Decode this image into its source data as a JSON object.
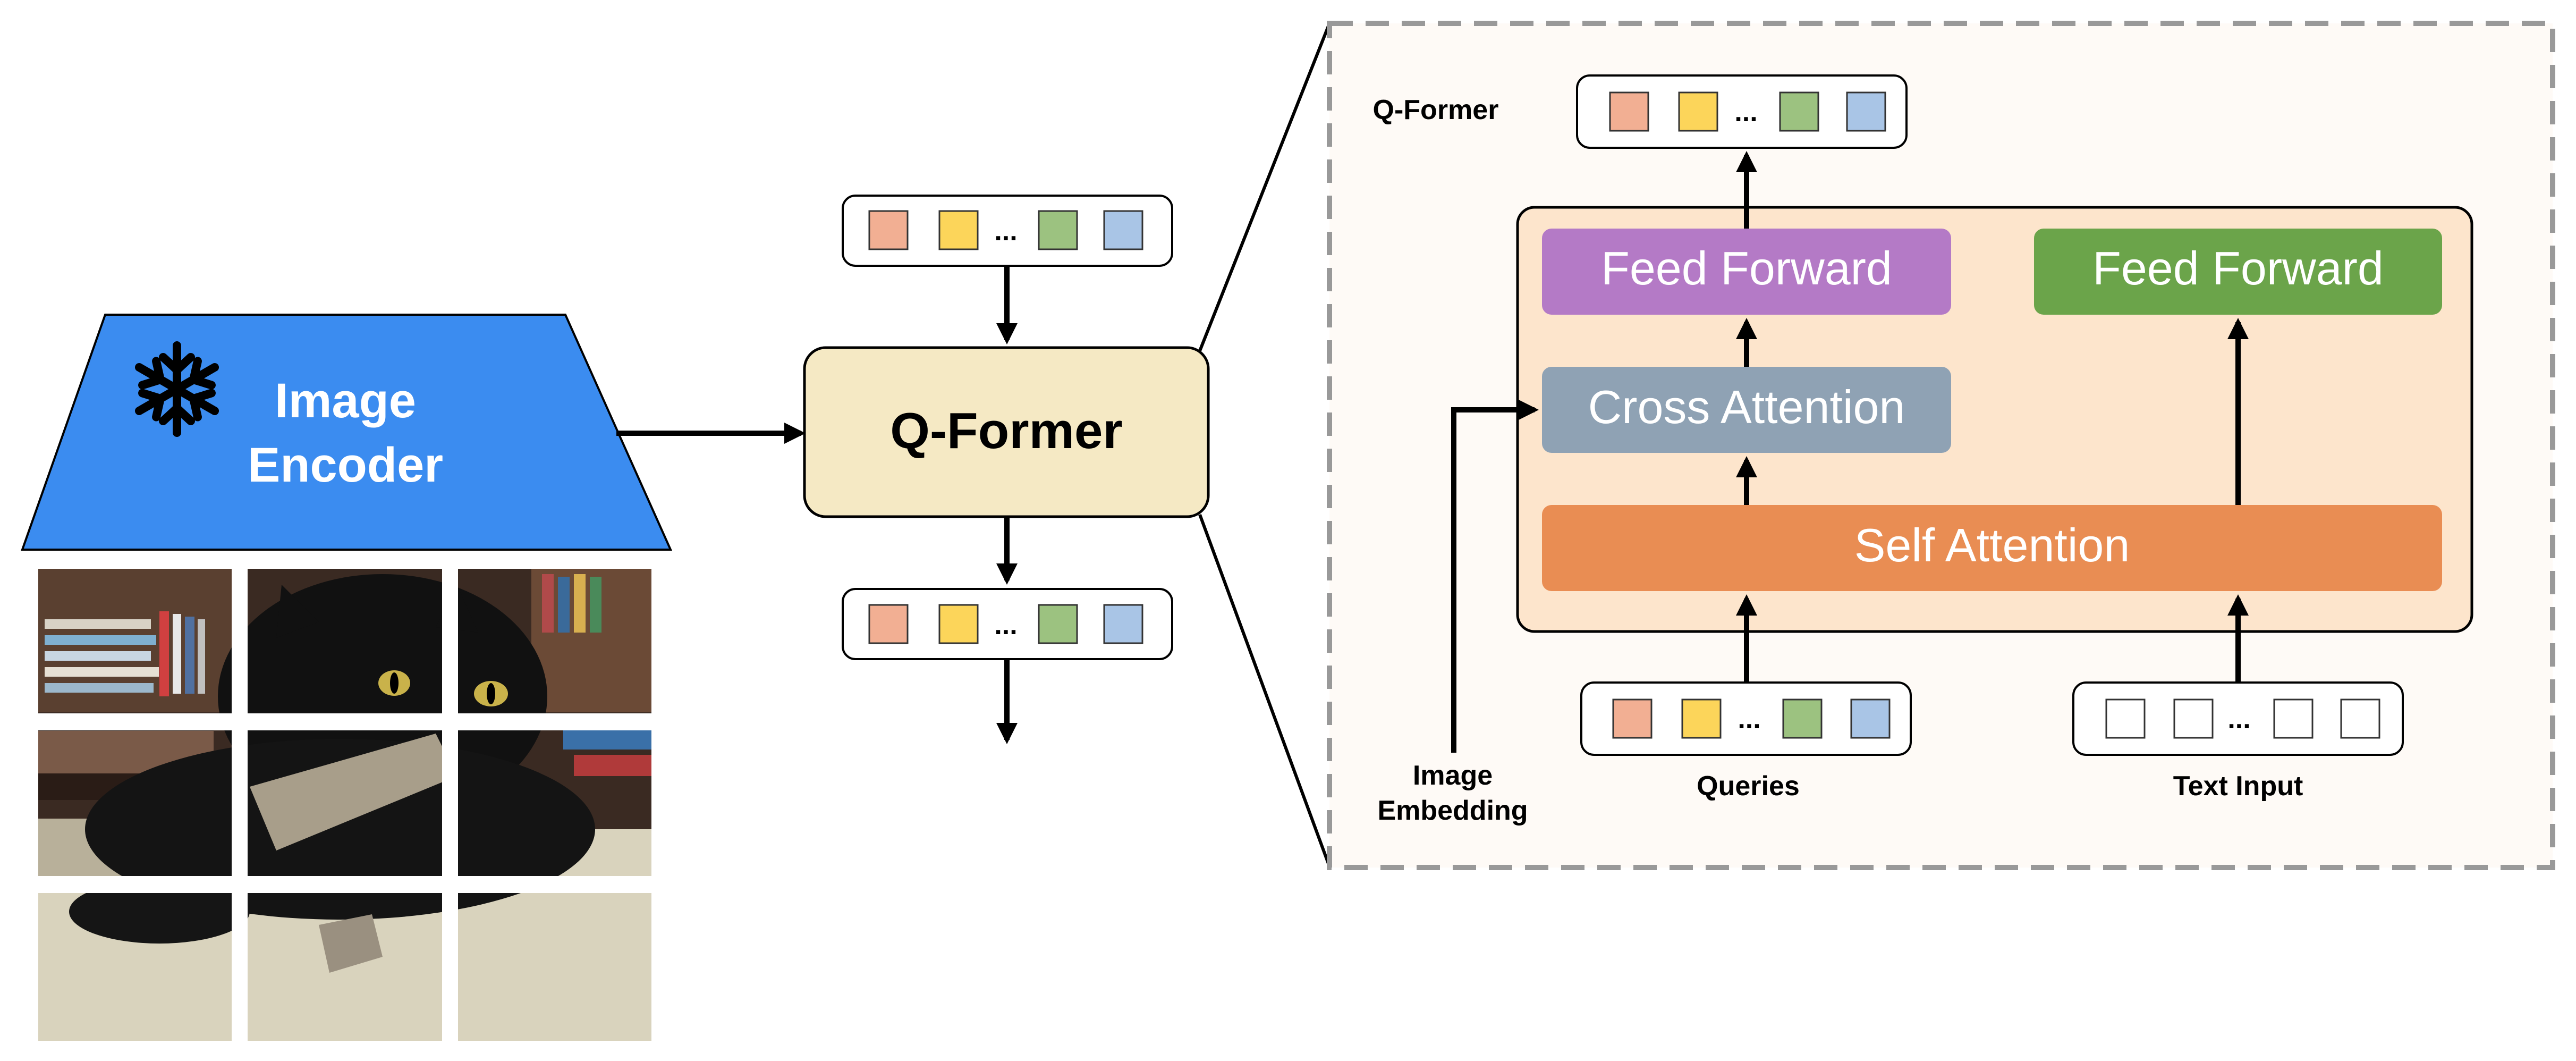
{
  "encoder": {
    "line1": "Image",
    "line2": "Encoder",
    "icon": "snowflake-icon",
    "color": "#3B8CF0"
  },
  "qformer_main": {
    "label": "Q-Former",
    "fill": "#F5E9C4"
  },
  "token_strip": {
    "ellipsis": "...",
    "colors": [
      "#F2AF93",
      "#FCD55A",
      "#9CC280",
      "#A9C5E6"
    ]
  },
  "detail": {
    "title": "Q-Former",
    "panel_fill": "#FDE5CC",
    "blocks": {
      "ff_query": {
        "label": "Feed Forward",
        "color": "#B47AC6"
      },
      "ff_text": {
        "label": "Feed Forward",
        "color": "#6BA44A"
      },
      "cross_attention": {
        "label": "Cross Attention",
        "color": "#8FA2B4"
      },
      "self_attention": {
        "label": "Self Attention",
        "color": "#E98D53"
      }
    },
    "image_embedding_line1": "Image",
    "image_embedding_line2": "Embedding",
    "queries_label": "Queries",
    "text_input_label": "Text Input"
  }
}
